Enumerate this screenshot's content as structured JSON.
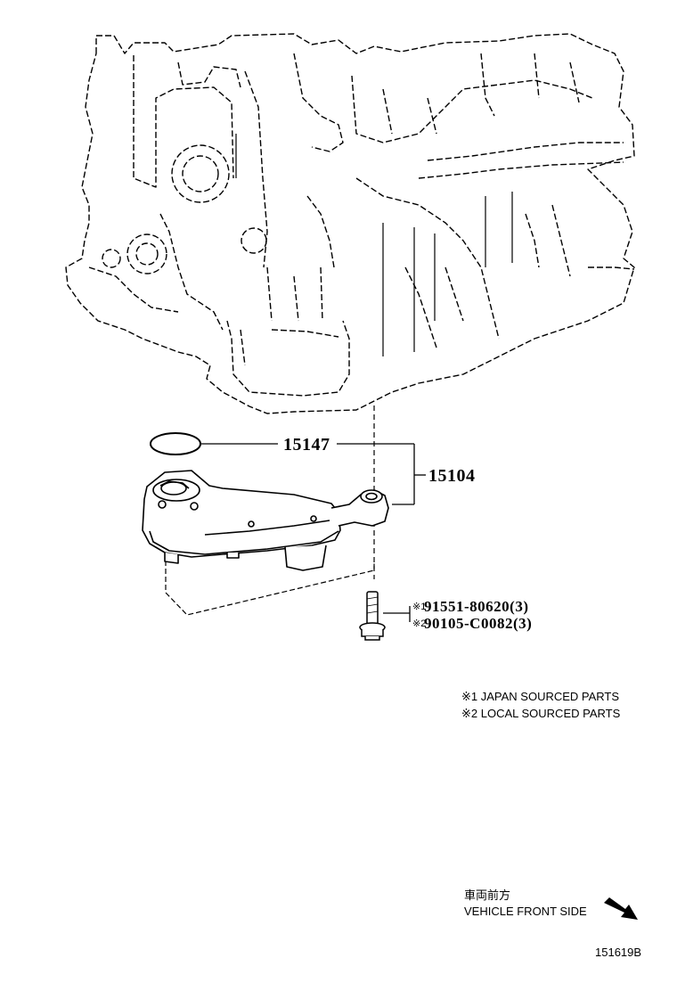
{
  "diagram": {
    "part_labels": {
      "gasket": "15147",
      "strainer": "15104"
    },
    "bolt_parts": [
      {
        "mark": "※1",
        "number": "91551-80620(3)"
      },
      {
        "mark": "※2",
        "number": "90105-C0082(3)"
      }
    ],
    "notes": [
      "※1 JAPAN SOURCED PARTS",
      "※2 LOCAL SOURCED PARTS"
    ],
    "direction": {
      "japanese": "車両前方",
      "english": "VEHICLE FRONT SIDE",
      "icon": "arrow-down-right-icon"
    },
    "figure_id": "151619B"
  }
}
